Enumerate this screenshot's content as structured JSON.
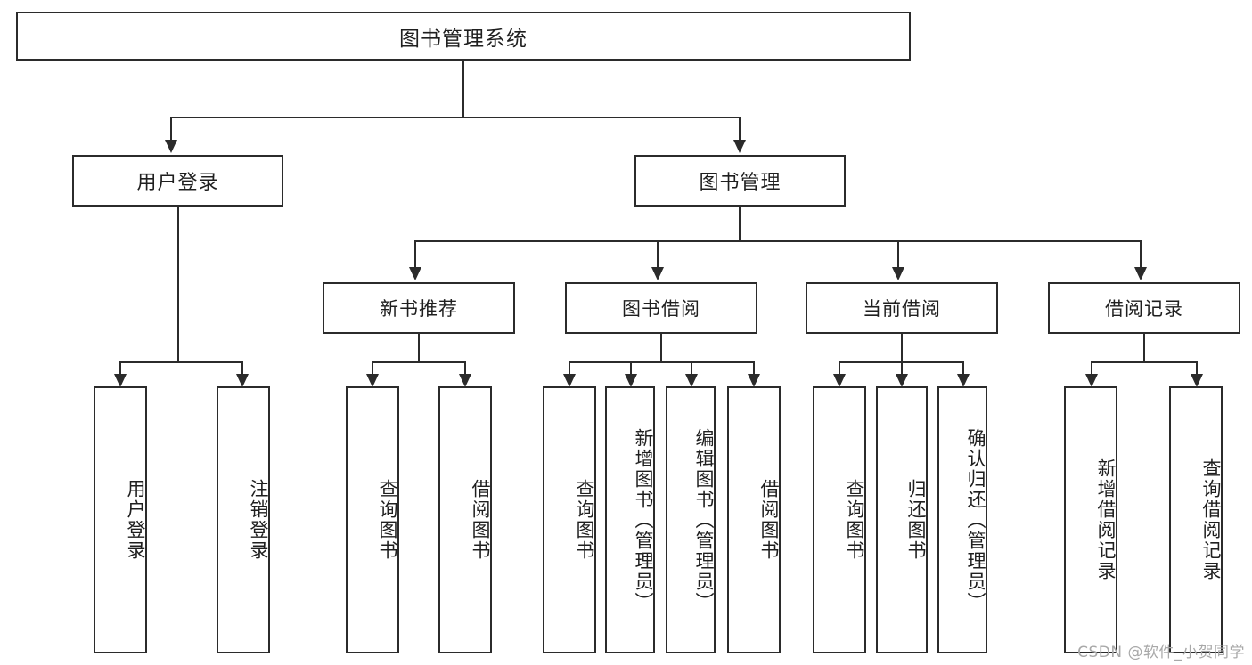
{
  "diagram": {
    "title": "图书管理系统",
    "type": "tree",
    "watermark": "CSDN @软件_小贺同学",
    "root": {
      "label": "图书管理系统"
    },
    "level2": [
      {
        "label": "用户登录"
      },
      {
        "label": "图书管理"
      }
    ],
    "level3": [
      {
        "label": "新书推荐"
      },
      {
        "label": "图书借阅"
      },
      {
        "label": "当前借阅"
      },
      {
        "label": "借阅记录"
      }
    ],
    "leaves": [
      {
        "label": "用户登录"
      },
      {
        "label": "注销登录"
      },
      {
        "label": "查询图书"
      },
      {
        "label": "借阅图书"
      },
      {
        "label": "查询图书"
      },
      {
        "label": "新增图书（管理员）"
      },
      {
        "label": "编辑图书（管理员）"
      },
      {
        "label": "借阅图书"
      },
      {
        "label": "查询图书"
      },
      {
        "label": "归还图书"
      },
      {
        "label": "确认归还（管理员）"
      },
      {
        "label": "新增借阅记录"
      },
      {
        "label": "查询借阅记录"
      }
    ],
    "colors": {
      "stroke": "#2b2b2b",
      "fill": "#ffffff",
      "text": "#1f1f1f",
      "watermark": "#a8a8a8"
    }
  }
}
